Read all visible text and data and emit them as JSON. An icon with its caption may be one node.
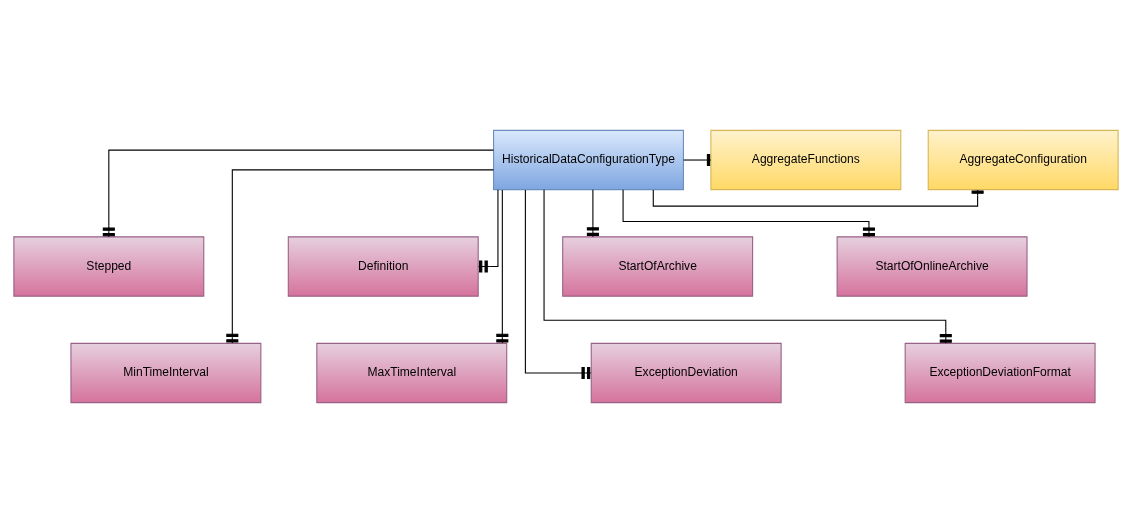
{
  "diagram": {
    "nodes": [
      {
        "text": [
          "HistoricalDataConfigurationType"
        ]
      },
      {
        "text": [
          "AggregateConfiguration"
        ]
      },
      {
        "text": [
          "AggregateFunctions"
        ]
      },
      {
        "text": [
          "Stepped"
        ]
      },
      {
        "text": [
          "Definition"
        ]
      },
      {
        "text": [
          "StartOfArchive"
        ]
      },
      {
        "text": [
          "StartOfOnlineArchive"
        ]
      },
      {
        "text": [
          "MinTimeInterval"
        ]
      },
      {
        "text": [
          "MaxTimeInterval"
        ]
      },
      {
        "text": [
          "ExceptionDeviation"
        ]
      },
      {
        "text": [
          "ExceptionDeviationFormat"
        ]
      }
    ],
    "edges": [
      {
        "from": 0,
        "to": 1,
        "arrow": "other"
      },
      {
        "from": 0,
        "to": 2,
        "arrow": "other"
      },
      {
        "from": 0,
        "to": 3,
        "arrow": "other"
      },
      {
        "from": 0,
        "to": 4,
        "arrow": "other"
      },
      {
        "from": 0,
        "to": 5,
        "arrow": "other"
      },
      {
        "from": 0,
        "to": 6,
        "arrow": "other"
      },
      {
        "from": 0,
        "to": 7,
        "arrow": "other"
      },
      {
        "from": 0,
        "to": 8,
        "arrow": "other"
      },
      {
        "from": 0,
        "to": 9,
        "arrow": "other"
      },
      {
        "from": 0,
        "to": 10,
        "arrow": "other"
      }
    ]
  }
}
